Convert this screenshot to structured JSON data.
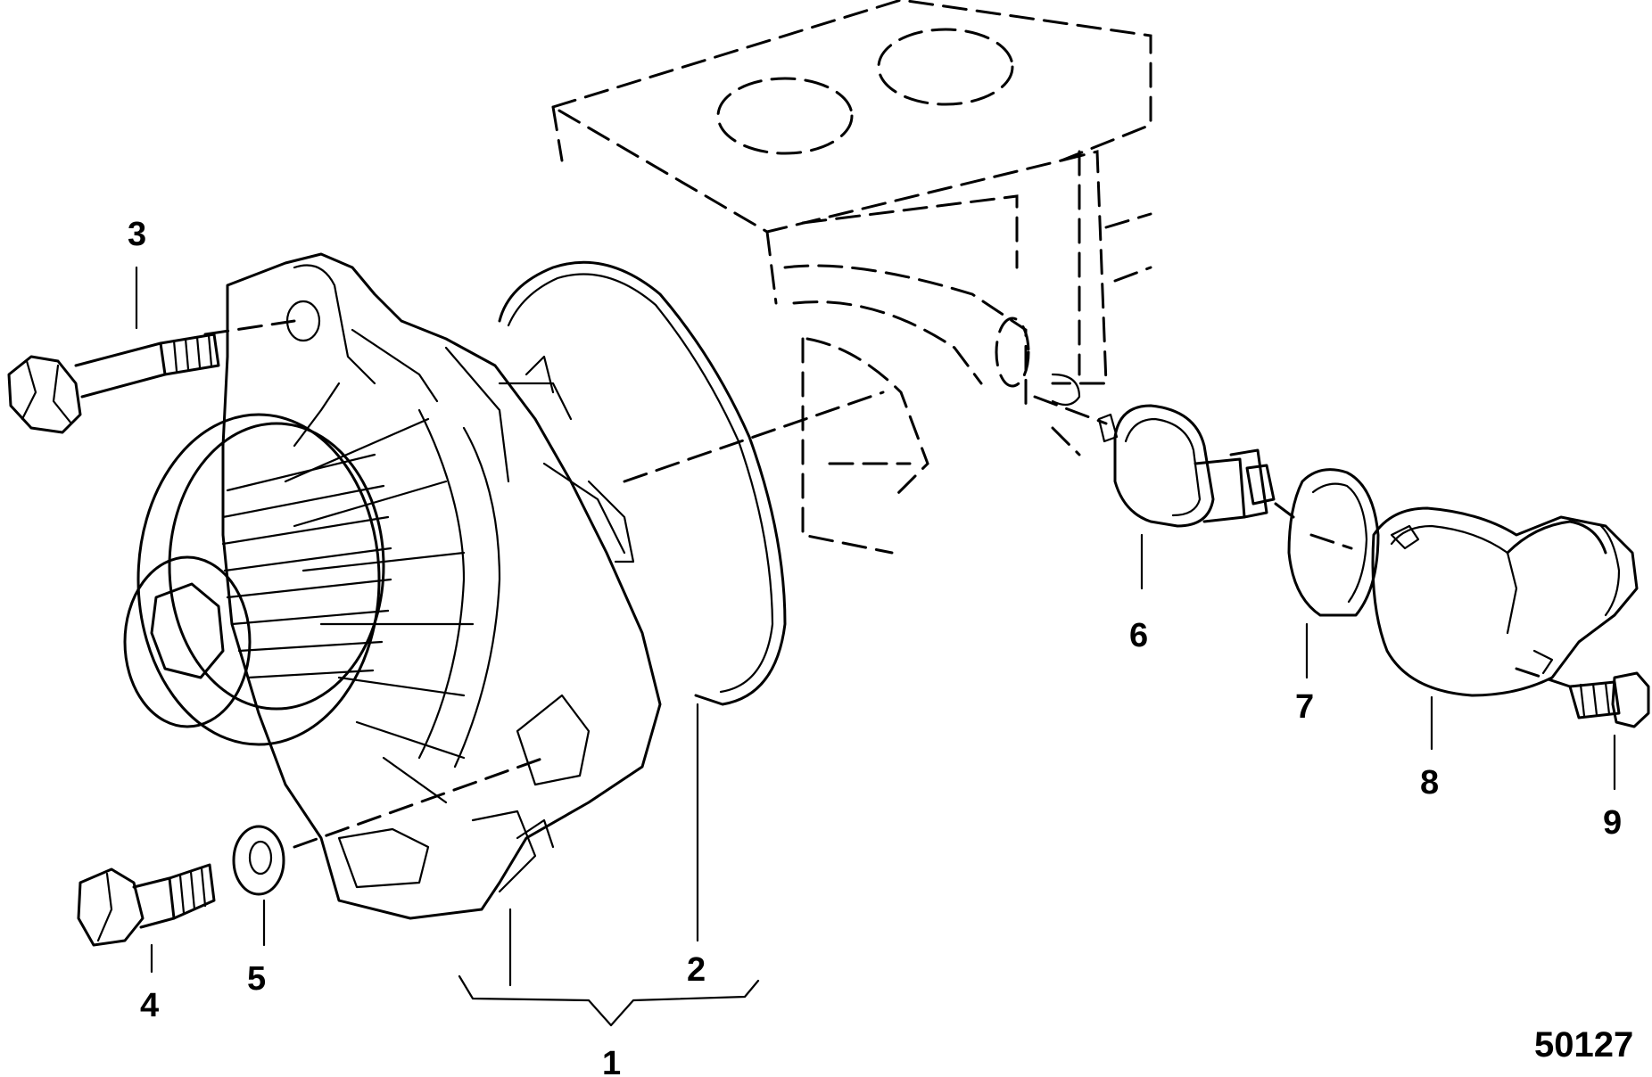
{
  "diagram": {
    "figure_number": "50127",
    "callouts": [
      {
        "id": "1",
        "label": "1"
      },
      {
        "id": "2",
        "label": "2"
      },
      {
        "id": "3",
        "label": "3"
      },
      {
        "id": "4",
        "label": "4"
      },
      {
        "id": "5",
        "label": "5"
      },
      {
        "id": "6",
        "label": "6"
      },
      {
        "id": "7",
        "label": "7"
      },
      {
        "id": "8",
        "label": "8"
      },
      {
        "id": "9",
        "label": "9"
      }
    ]
  }
}
